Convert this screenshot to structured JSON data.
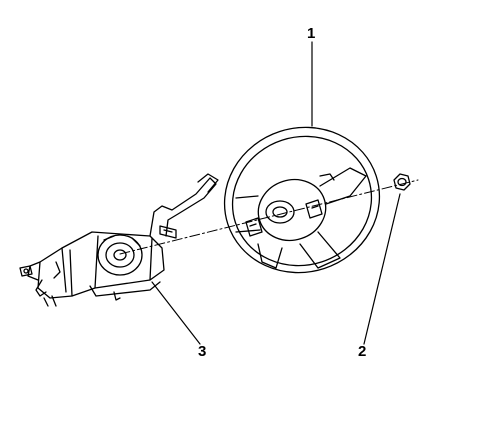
{
  "callouts": [
    {
      "id": "1",
      "label": "1",
      "part": "steering-wheel"
    },
    {
      "id": "2",
      "label": "2",
      "part": "retaining-nut"
    },
    {
      "id": "3",
      "label": "3",
      "part": "steering-column"
    }
  ],
  "colors": {
    "line": "#000000",
    "background": "#ffffff"
  }
}
